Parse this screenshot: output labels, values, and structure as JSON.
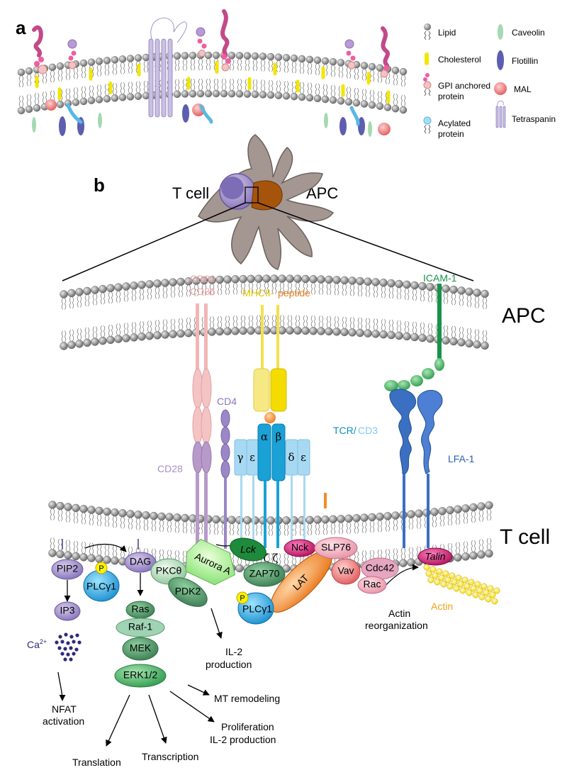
{
  "panel_a": {
    "label": "a",
    "legend": {
      "lipid": "Lipid",
      "cholesterol": "Cholesterol",
      "gpi_1": "GPI anchored",
      "gpi_2": "protein",
      "acylated_1": "Acylated",
      "acylated_2": "protein",
      "caveolin": "Caveolin",
      "flotillin": "Flotillin",
      "mal": "MAL",
      "tetraspanin": "Tetraspanin"
    }
  },
  "panel_b": {
    "label": "b",
    "tcell_cell": "T cell",
    "apc_cell": "APC",
    "apc_side": "APC",
    "tcell_side": "T cell",
    "receptors": {
      "cd80": "CD80",
      "cd86": "CD86",
      "mhc": "MHCII-",
      "peptide": "peptide",
      "icam": "ICAM-1",
      "cd4": "CD4",
      "cd28": "CD28",
      "tcr": "TCR/",
      "cd3": "CD3",
      "lfa": "LFA-1",
      "alpha": "α",
      "beta": "β",
      "gamma": "γ",
      "eps1": "ε",
      "delta": "δ",
      "eps2": "ε",
      "zeta": "ζ ζ"
    },
    "nodes": {
      "pip2": "PIP2",
      "p1": "P",
      "plcg1_a": "PLCγ1",
      "dag": "DAG",
      "pkc": "PKCθ",
      "aurora": "Aurora A",
      "lck": "Lck",
      "zap70": "ZAP70",
      "nck": "Nck",
      "slp76": "SLP76",
      "talin": "Talin",
      "ip3": "IP3",
      "ras": "Ras",
      "raf1": "Raf-1",
      "mek": "MEK",
      "erk": "ERK1/2",
      "pdk2": "PDK2",
      "lat": "LAT",
      "p2": "P",
      "plcg1_b": "PLCγ1",
      "vav": "Vav",
      "cdc42": "Cdc42",
      "rac": "Rac",
      "actin": "Actin"
    },
    "outputs": {
      "ca": "Ca",
      "ca_sup": "2+",
      "nfat_1": "NFAT",
      "nfat_2": "activation",
      "il2_1": "IL-2",
      "il2_2": "production",
      "actin_reorg_1": "Actin",
      "actin_reorg_2": "reorganization",
      "mt": "MT remodeling",
      "prolif_1": "Proliferation",
      "prolif_2": "IL-2 production",
      "translation": "Translation",
      "transcription": "Transcription"
    }
  },
  "colors": {
    "lipid_head": "#8a8a8a",
    "cholesterol": "#f2e600",
    "cd28": "#b79ac9",
    "cd80": "#f2b5b5",
    "mhc": "#f4e04d",
    "peptide": "#f28c28",
    "tcr": "#1aa1d6",
    "cd3": "#a8d9f2",
    "icam": "#17924a",
    "lfa": "#3a6fc0",
    "cd4": "#9b86c6",
    "lat": "#f28a2e",
    "apc_body": "#9e8c84",
    "tcell_body": "#7e6bb6",
    "synapse": "#a8540f"
  }
}
